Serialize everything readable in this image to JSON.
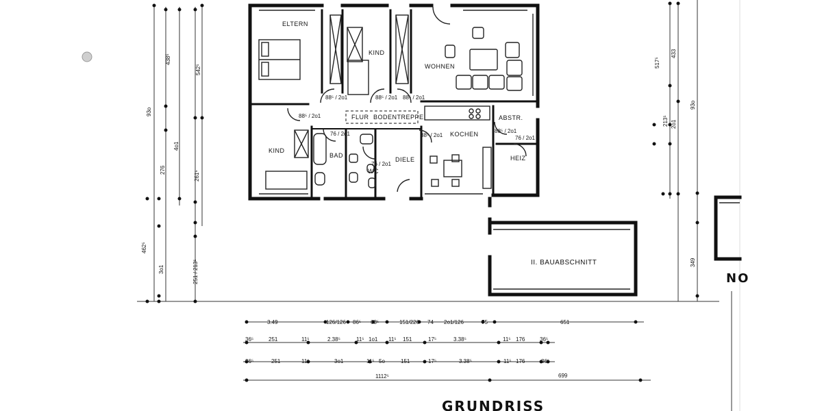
{
  "rooms": {
    "eltern": "ELTERN",
    "kind_top": "KIND",
    "wohnen": "WOHNEN",
    "kind_left": "KIND",
    "flur": "FLUR",
    "bodentreppe": "BODENTREPPE",
    "kochen": "KOCHEN",
    "abstr": "ABSTR.",
    "bad": "BAD",
    "wc": "WC",
    "diele": "DIELE",
    "heiz": "HEIZ",
    "bauabschnitt": "II. BAUABSCHNITT"
  },
  "openings": {
    "door_eltern": "88⁵ / 2o1",
    "door_kind_top": "88⁵ / 2o1",
    "door_wohnen": "88⁵ / 2o1",
    "door_kind_left": "88⁵ / 2o1",
    "door_bad": "76 / 2o1",
    "door_wc": "76 / 2o1",
    "door_kochen": "88⁵ / 2o1",
    "door_abstr": "88⁵ / 2o1",
    "door_heiz": "76 / 2o1"
  },
  "dimensions": {
    "left_total": "93o",
    "left_upper": "438⁵",
    "left_a": "542⁵",
    "left_b": "276",
    "left_c": "4o1",
    "left_d": "261⁵",
    "left_e": "462⁵",
    "left_f": "3o1",
    "left_g": "251 / 213⁵",
    "right_a": "517⁵",
    "right_b": "433",
    "right_c": "93o",
    "right_d": "2o1",
    "right_e": "213⁵",
    "right_f": "349",
    "bot_r1": [
      "3.49",
      "126/126",
      "86⁵",
      "63⁵",
      "151/226",
      "74",
      "2o1/126",
      "75",
      "651"
    ],
    "bot_r2": [
      "36⁵",
      "251",
      "11⁵",
      "2.38⁵",
      "11⁵",
      "1o1",
      "11⁵",
      "151",
      "17⁵",
      "3.38⁵",
      "11⁵",
      "176",
      "36⁵"
    ],
    "bot_r3": [
      "36⁵",
      "251",
      "11⁵",
      "3o1",
      "11⁵",
      "5o",
      "151",
      "17⁵",
      "3.38⁵",
      "11⁵",
      "176",
      "36⁵"
    ],
    "bot_total_left": "1112⁵",
    "bot_total_right": "699"
  },
  "title": "GRUNDRISS",
  "side_fragment": "NO"
}
